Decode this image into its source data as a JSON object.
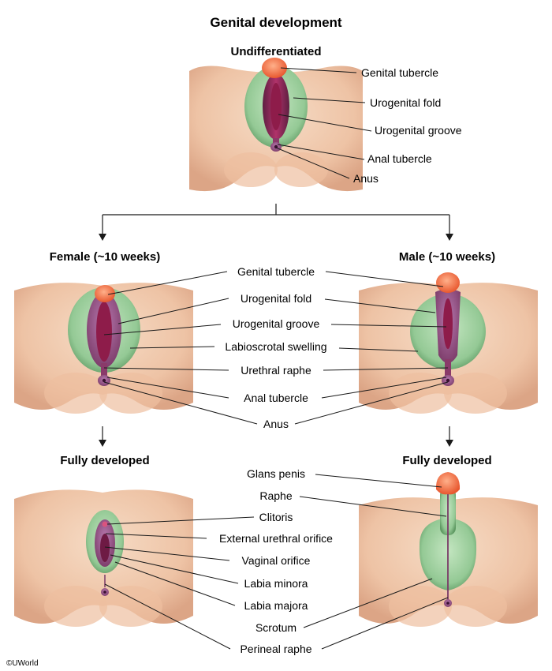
{
  "title": "Genital development",
  "copyright": "©UWorld",
  "colors": {
    "skin": "#f1cdb1",
    "skin_shadow": "#dba88a",
    "fold_green": "#9bcf9b",
    "fold_green_dark": "#5f9a63",
    "groove": "#7c2c56",
    "groove_inner": "#a8245a",
    "tubercle": "#f27a4c",
    "raphe": "#7a3a67"
  },
  "panels": {
    "undifferentiated": {
      "heading": "Undifferentiated",
      "labels": [
        "Genital tubercle",
        "Urogenital fold",
        "Urogenital groove",
        "Anal tubercle",
        "Anus"
      ]
    },
    "female_10": {
      "heading": "Female (~10 weeks)"
    },
    "male_10": {
      "heading": "Male (~10 weeks)"
    },
    "shared_10": {
      "labels": [
        "Genital tubercle",
        "Urogenital fold",
        "Urogenital groove",
        "Labioscrotal swelling",
        "Urethral raphe",
        "Anal tubercle",
        "Anus"
      ]
    },
    "female_full": {
      "heading": "Fully developed",
      "labels": [
        "Clitoris",
        "External urethral orifice",
        "Vaginal orifice",
        "Labia minora",
        "Labia majora"
      ]
    },
    "male_full": {
      "heading": "Fully developed",
      "labels": [
        "Glans penis",
        "Raphe",
        "Scrotum"
      ]
    },
    "shared_full": {
      "labels": [
        "Perineal raphe"
      ]
    }
  }
}
